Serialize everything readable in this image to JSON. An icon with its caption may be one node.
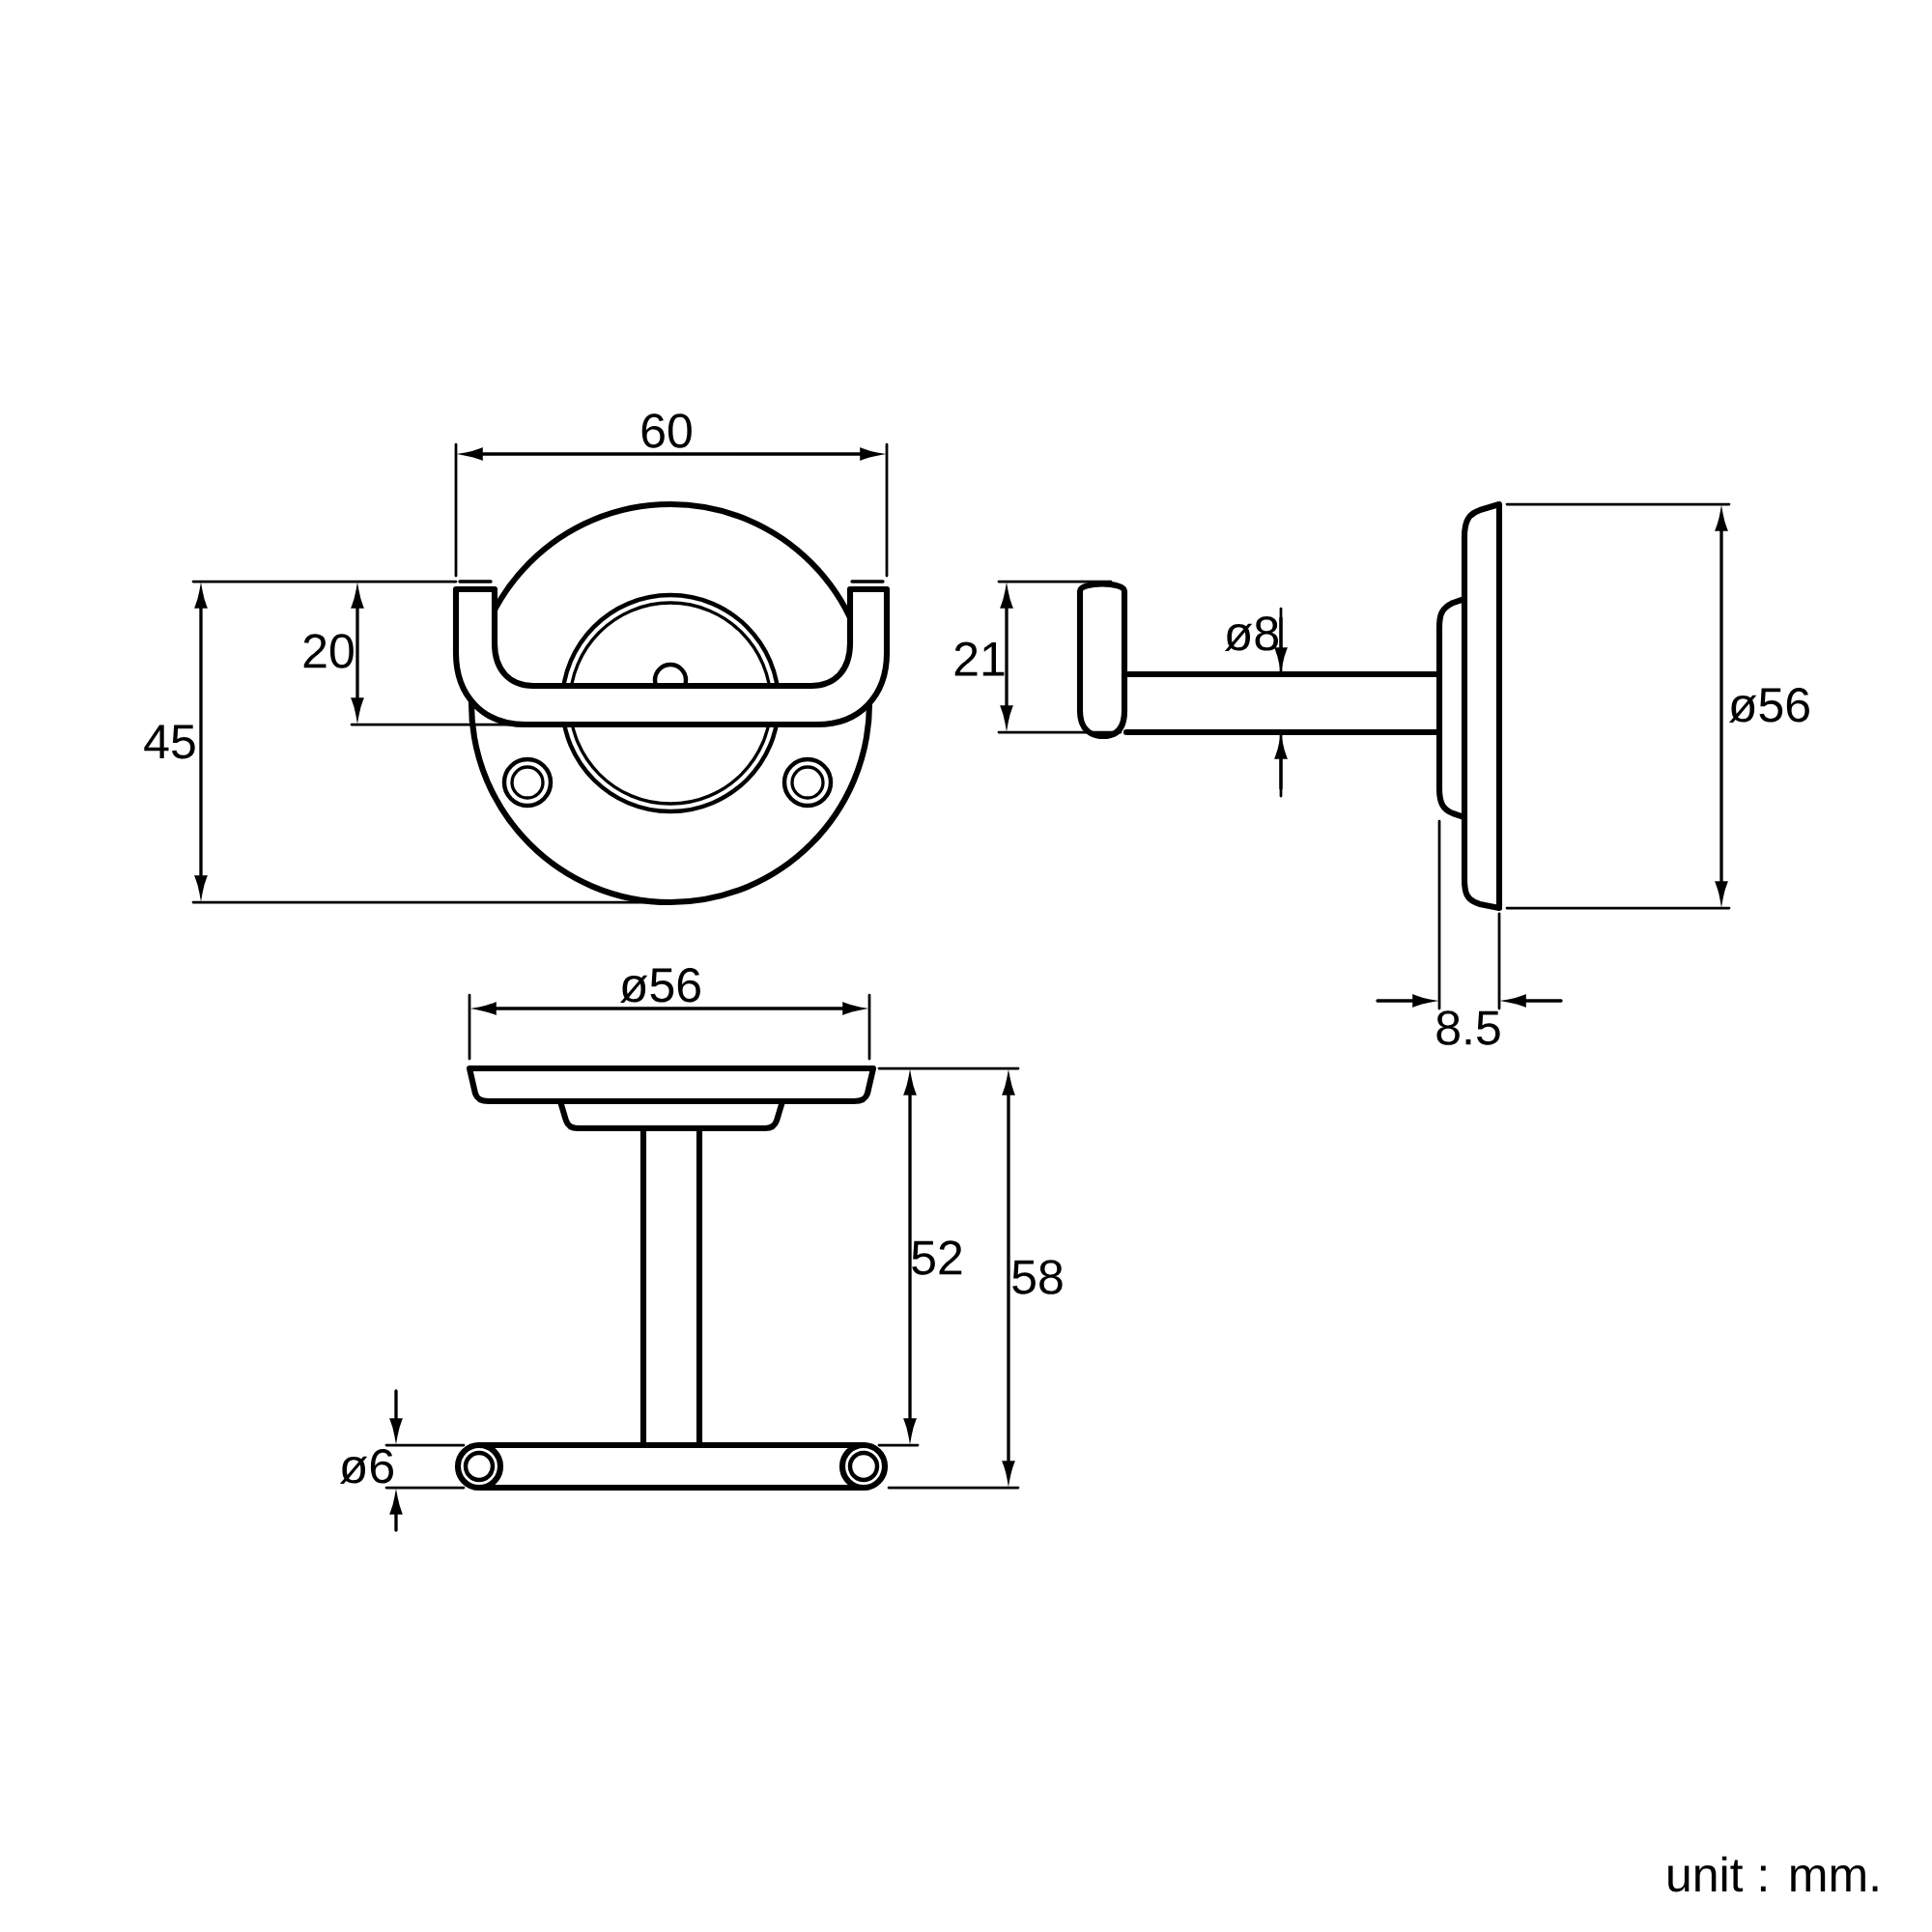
{
  "diagram": {
    "labels": [
      "60",
      "20",
      "45",
      "21",
      "ø8",
      "ø56",
      "ø56",
      "8.5",
      "52",
      "58",
      "ø6",
      "unit : mm."
    ]
  }
}
